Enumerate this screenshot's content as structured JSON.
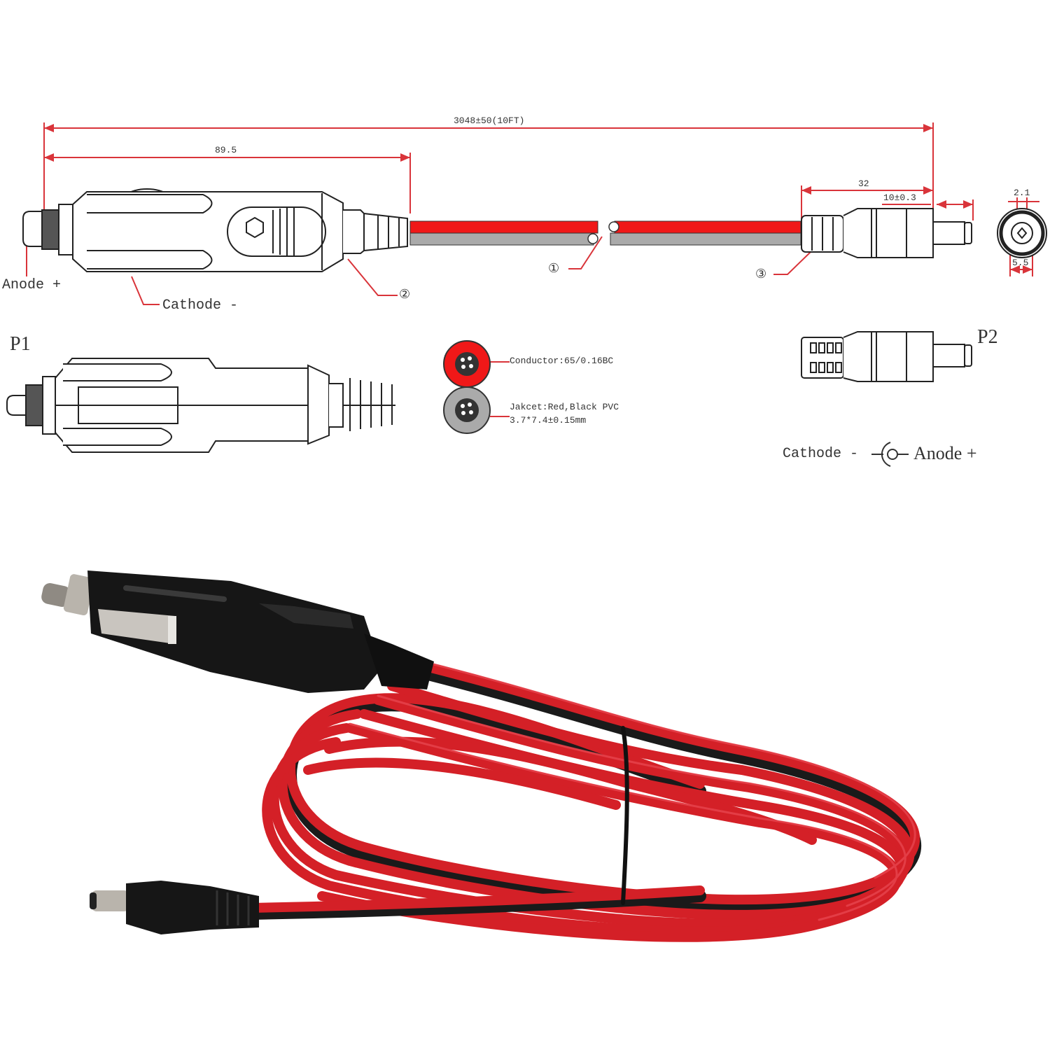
{
  "diagram": {
    "overall_length": "3048±50(10FT)",
    "plug_length": "89.5",
    "dc_length": "32",
    "dc_tip_length": "10±0.3",
    "inner_diameter": "2.1",
    "outer_diameter": "5.5",
    "anode_label": "Anode +",
    "cathode_label": "Cathode -",
    "callouts": [
      "①",
      "②",
      "③"
    ],
    "p1_label": "P1",
    "p2_label": "P2",
    "cable_spec": {
      "conductor": "Conductor:65/0.16BC",
      "jacket": "Jakcet:Red,Black PVC",
      "size": "3.7*7.4±0.15mm"
    },
    "polarity": {
      "cathode": "Cathode -",
      "anode": "Anode +",
      "symbol": "center-positive-polarity-icon"
    }
  },
  "photo": {
    "description": "Car cigarette lighter plug to 5.5x2.1mm DC barrel plug, red/black 10FT cable",
    "colors": {
      "cable_red": "#d42027",
      "cable_black": "#1a1a1a",
      "plug_black": "#161616",
      "metal": "#b9b4ac"
    }
  },
  "colors": {
    "dimension_red": "#d9343a",
    "line": "#333333",
    "wire_gray": "#aaaaaa",
    "wire_red": "#f01818"
  }
}
